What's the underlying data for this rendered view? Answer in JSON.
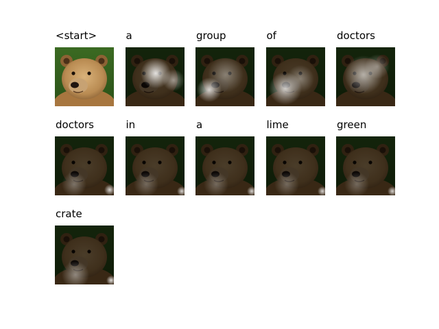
{
  "frames": [
    {
      "word": "<start>",
      "image": "bear-photo-original"
    },
    {
      "word": "a",
      "image": "bear-photo-attention-map"
    },
    {
      "word": "group",
      "image": "bear-photo-attention-map"
    },
    {
      "word": "of",
      "image": "bear-photo-attention-map"
    },
    {
      "word": "doctors",
      "image": "bear-photo-attention-map"
    },
    {
      "word": "doctors",
      "image": "bear-photo-attention-map"
    },
    {
      "word": "in",
      "image": "bear-photo-attention-map"
    },
    {
      "word": "a",
      "image": "bear-photo-attention-map"
    },
    {
      "word": "lime",
      "image": "bear-photo-attention-map"
    },
    {
      "word": "green",
      "image": "bear-photo-attention-map"
    },
    {
      "word": "crate",
      "image": "bear-photo-attention-map"
    }
  ]
}
